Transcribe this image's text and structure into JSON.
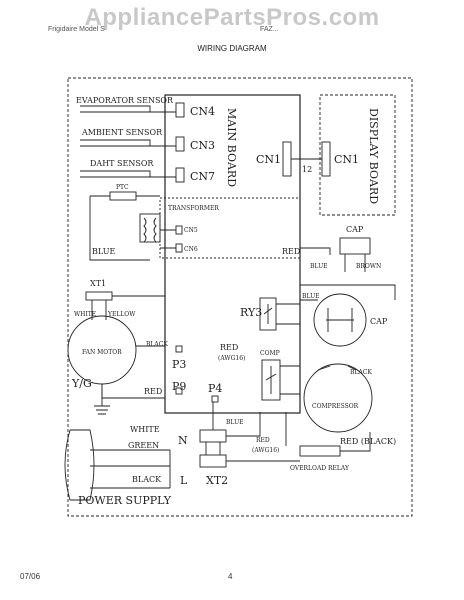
{
  "watermark": "AppliancePartsPros.com",
  "header": {
    "left": "Frigidaire Model S",
    "right": "FAZ..."
  },
  "title": "WIRING DIAGRAM",
  "footer": {
    "date": "07/06",
    "page": "4"
  },
  "labels": {
    "evaporator_sensor": "EVAPORATOR SENSOR",
    "ambient_sensor": "AMBIENT SENSOR",
    "daht_sensor": "DAHT SENSOR",
    "cn4": "CN4",
    "cn3": "CN3",
    "cn7": "CN7",
    "main_board": "MAIN BOARD",
    "cn1_main": "CN1",
    "cn1_display": "CN1",
    "display_board": "DISPLAY BOARD",
    "wire_12": "12",
    "ptc": "PTC",
    "transformer": "TRANSFORMER",
    "cn5": "CN5",
    "cn6": "CN6",
    "blue_left": "BLUE",
    "red_right": "RED",
    "cap_top": "CAP",
    "blue_cap": "BLUE",
    "brown_cap": "BROWN",
    "xt1": "XT1",
    "white_xt1": "WHITE",
    "yellow_xt1": "YELLOW",
    "ry3": "RY3",
    "blue_ry3": "BLUE",
    "cap_comp": "CAP",
    "fan_motor": "FAN MOTOR",
    "black_fan": "BLACK",
    "p3": "P3",
    "p9": "P9",
    "p4": "P4",
    "red_center": "RED",
    "awg": "(AWG16)",
    "comp": "COMP",
    "black_comp": "BLACK",
    "compressor": "COMPRESSOR",
    "yg": "Y/G",
    "red_fan": "RED",
    "white_ps": "WHITE",
    "green_ps": "GREEN",
    "black_ps": "BLACK",
    "n": "N",
    "l": "L",
    "blue_bottom": "BLUE",
    "red_bottom": "RED",
    "awg_bottom": "(AWG16)",
    "red_black": "RED (BLACK)",
    "overload_relay": "OVERLOAD RELAY",
    "xt2": "XT2",
    "power_supply": "POWER SUPPLY"
  }
}
